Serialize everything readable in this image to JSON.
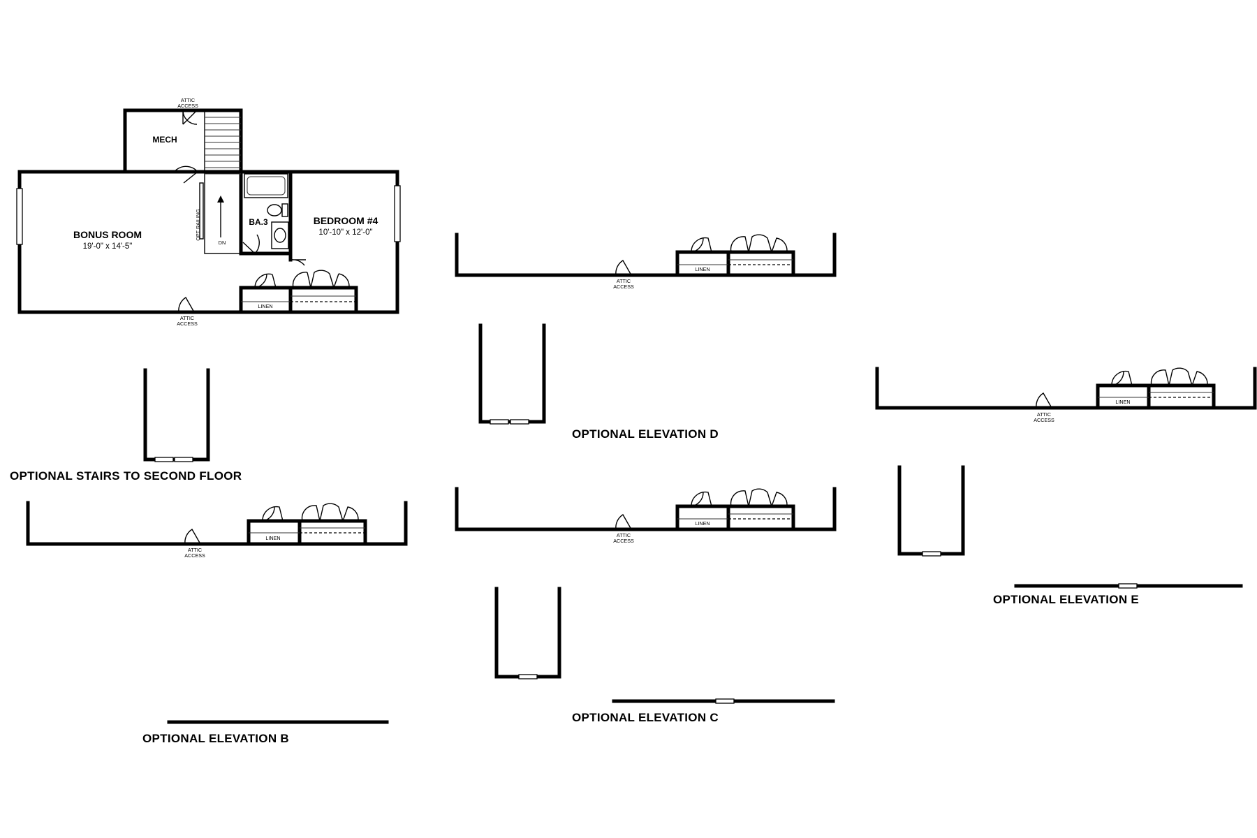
{
  "rooms": {
    "bonus": {
      "name": "BONUS ROOM",
      "dims": "19'-0\" x 14'-5\""
    },
    "bedroom": {
      "name": "BEDROOM #4",
      "dims": "10'-10\" x 12'-0\""
    },
    "mech": {
      "name": "MECH"
    },
    "bath": {
      "name": "BA.3"
    }
  },
  "labels": {
    "attic_access_line1": "ATTIC",
    "attic_access_line2": "ACCESS",
    "linen": "LINEN",
    "opt_railing": "OPT RAILING",
    "down": "DN"
  },
  "captions": {
    "stairs": "OPTIONAL STAIRS TO SECOND FLOOR",
    "elev_b": "OPTIONAL ELEVATION B",
    "elev_c": "OPTIONAL ELEVATION C",
    "elev_d": "OPTIONAL ELEVATION D",
    "elev_e": "OPTIONAL ELEVATION E"
  },
  "colors": {
    "line": "#000000",
    "background": "#ffffff"
  }
}
